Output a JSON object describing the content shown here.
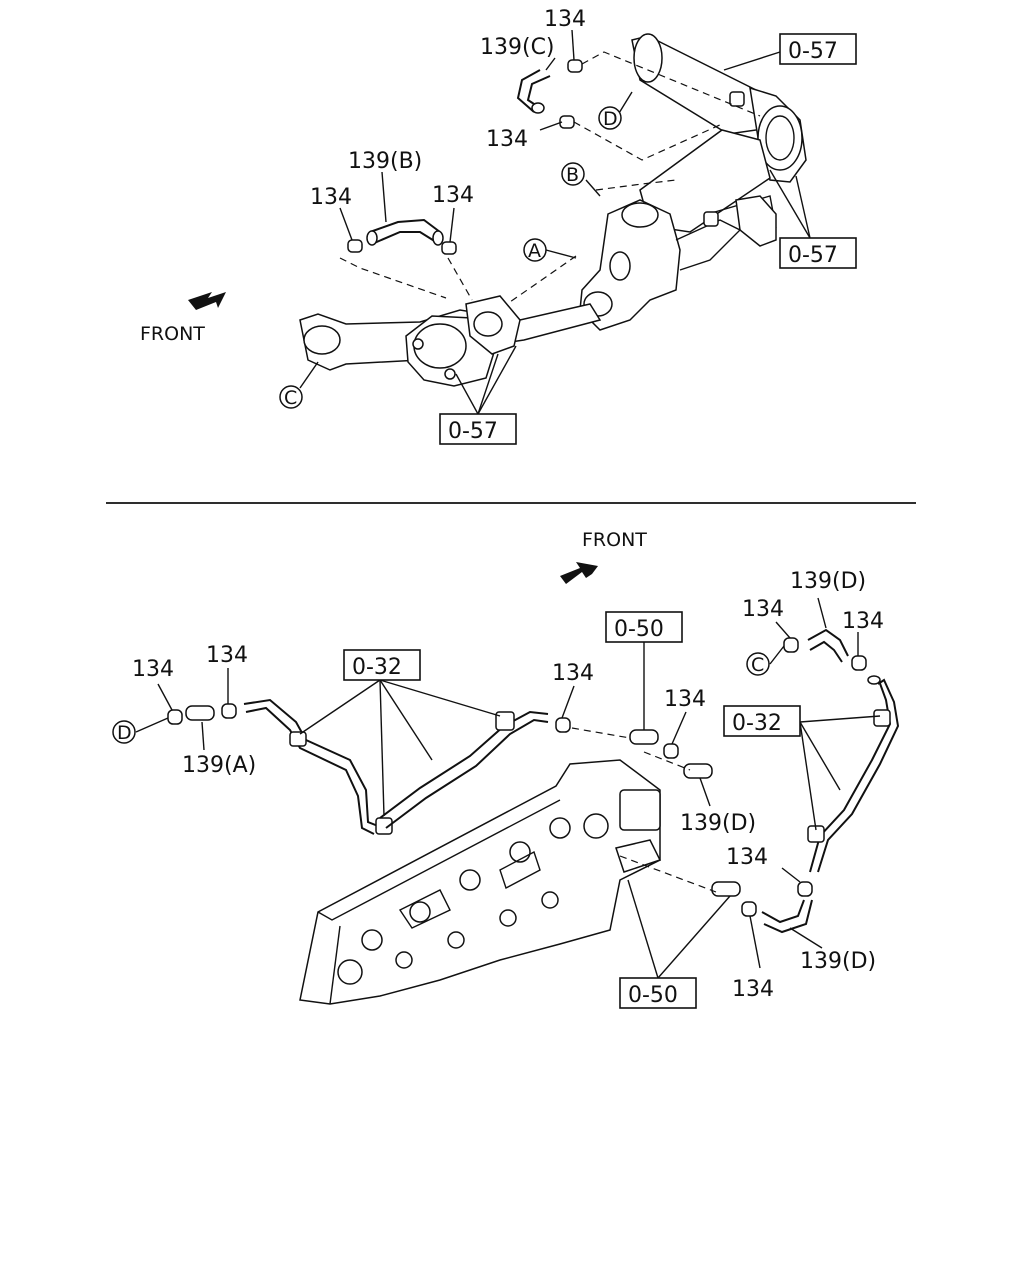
{
  "top": {
    "labels": {
      "clamp_c_top": "134",
      "hose_c": "139(C)",
      "clamp_c_bottom": "134",
      "hose_b": "139(B)",
      "clamp_b_left": "134",
      "clamp_b_right": "134",
      "front": "FRONT"
    },
    "refs": {
      "ref_top_right": "0-57",
      "ref_mid_right": "0-57",
      "ref_bottom": "0-57"
    },
    "circles": {
      "a": "A",
      "b": "B",
      "c": "C",
      "d": "D"
    }
  },
  "bottom": {
    "labels": {
      "front": "FRONT",
      "hose_d_top": "139(D)",
      "clamp_d_top_left": "134",
      "clamp_d_top_right": "134",
      "clamp_a_left": "134",
      "clamp_a_right": "134",
      "hose_a": "139(A)",
      "clamp_center": "134",
      "clamp_center_right": "134",
      "hose_d_mid": "139(D)",
      "clamp_lower_right": "134",
      "hose_d_bottom": "139(D)",
      "clamp_bottom": "134"
    },
    "refs": {
      "ref_032_left": "0-32",
      "ref_050_top": "0-50",
      "ref_032_right": "0-32",
      "ref_050_bottom": "0-50"
    },
    "circles": {
      "c": "C",
      "d": "D"
    }
  }
}
